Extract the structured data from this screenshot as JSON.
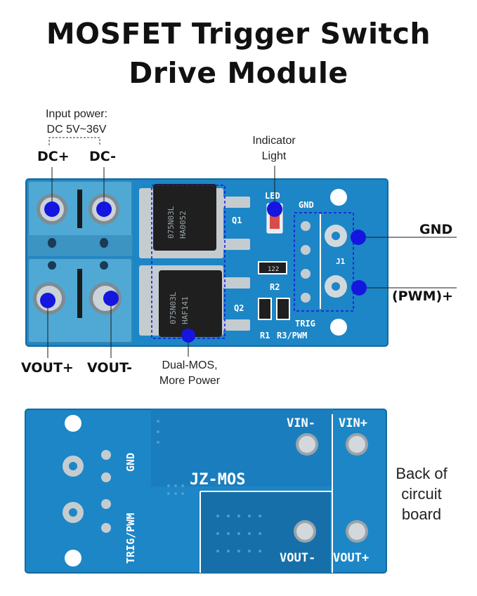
{
  "title": {
    "line1": "MOSFET Trigger Switch",
    "line2": "Drive Module"
  },
  "callouts": {
    "input_power_line1": "Input power:",
    "input_power_line2": "DC 5V~36V",
    "dc_plus": "DC+",
    "dc_minus": "DC-",
    "indicator_line1": "Indicator",
    "indicator_line2": "Light",
    "gnd": "GND",
    "pwm": "(PWM)+",
    "vout_plus": "VOUT+",
    "vout_minus": "VOUT-",
    "dual_mos_line1": "Dual-MOS,",
    "dual_mos_line2": "More Power",
    "back_line1": "Back of",
    "back_line2": "circuit",
    "back_line3": "board"
  },
  "front_board": {
    "led": "LED",
    "gnd": "GND",
    "q1": "Q1",
    "q2": "Q2",
    "r1": "R1",
    "r2": "R2",
    "r3_pwm": "R3/PWM",
    "j1": "J1",
    "trig": "TRIG",
    "chip1_line1": "075N03L",
    "chip1_line2": "HA0052",
    "chip2_line1": "075N03L",
    "chip2_line2": "HAF141",
    "res_code": "122"
  },
  "back_board": {
    "vin_minus": "VIN-",
    "vin_plus": "VIN+",
    "jz_mos": "JZ-MOS",
    "gnd": "GND",
    "trig_pwm": "TRIG/PWM",
    "vout_minus": "VOUT-",
    "vout_plus": "VOUT+"
  },
  "colors": {
    "pcb": "#1d86c6",
    "pcb_dark": "#1670a8",
    "terminal": "#4fa9d4",
    "marker": "#1515e0",
    "silkscreen": "#ffffff"
  }
}
